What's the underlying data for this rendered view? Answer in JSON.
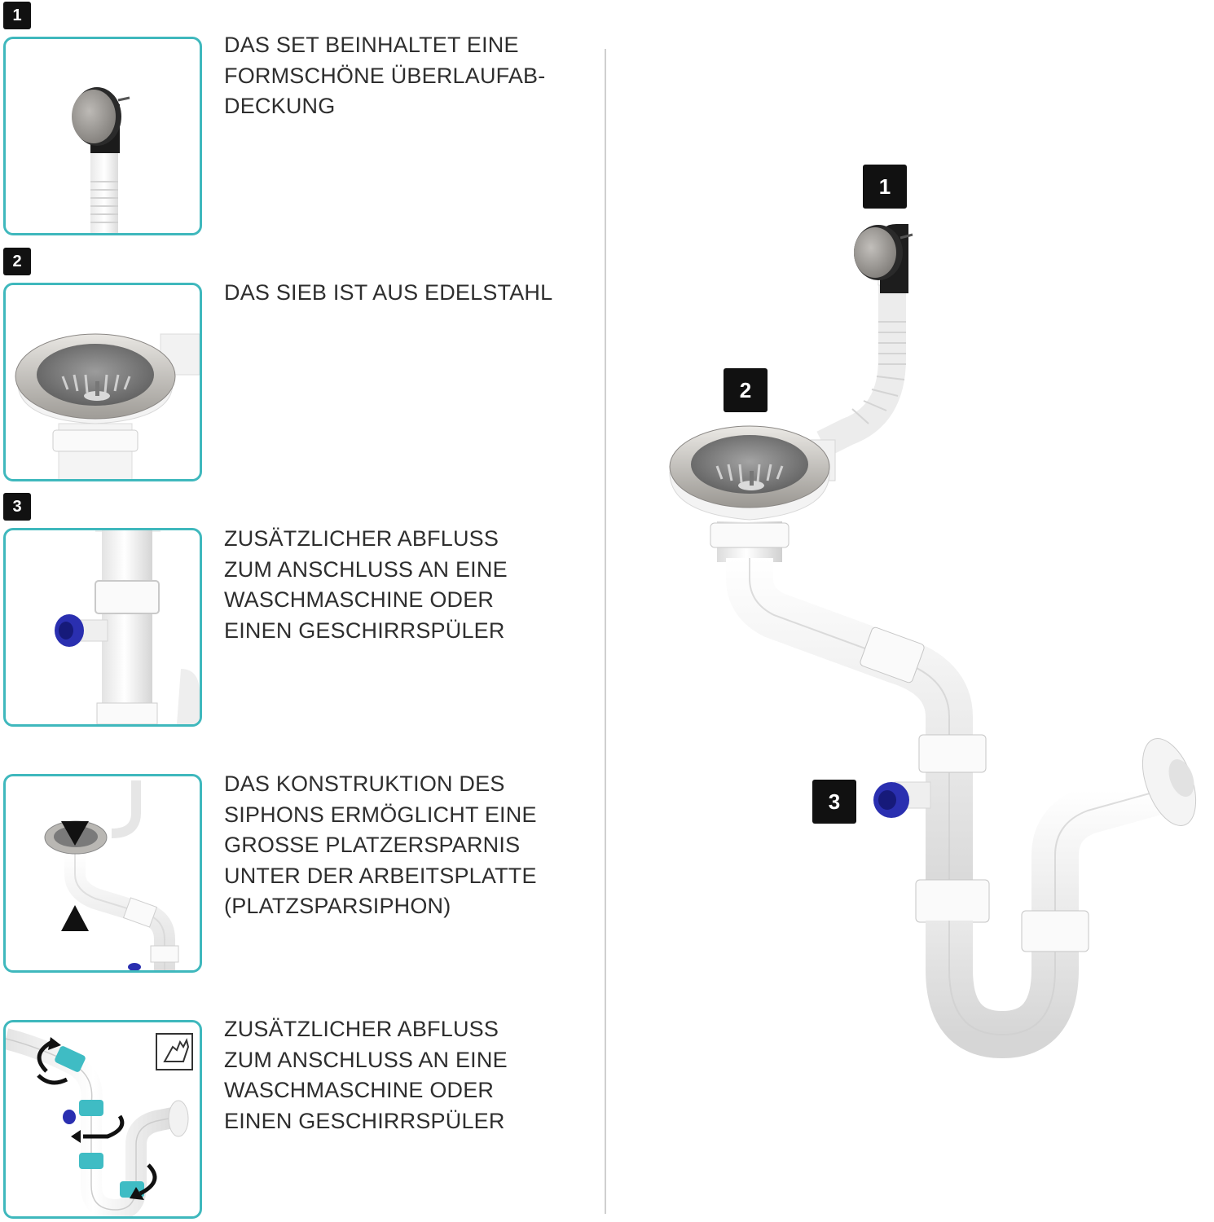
{
  "features": [
    {
      "number": "1",
      "text": "DAS SET BEINHALTET EINE\nFORMSCHÖNE ÜBERLAUFAB-\nDECKUNG"
    },
    {
      "number": "2",
      "text": "DAS SIEB IST AUS EDELSTAHL"
    },
    {
      "number": "3",
      "text": "ZUSÄTZLICHER ABFLUSS\nZUM  ANSCHLUSS AN EINE\nWASCHMASCHINE ODER\nEINEN GESCHIRRSPÜLER"
    },
    {
      "number": "",
      "text": "DAS KONSTRUKTION DES\nSIPHONS ERMÖGLICHT EINE\nGROSSE PLATZERSPARNIS\nUNTER DER ARBEITSPLATTE\n(PLATZSPARSIPHON)"
    },
    {
      "number": "",
      "text": "ZUSÄTZLICHER ABFLUSS\nZUM  ANSCHLUSS AN EINE\nWASCHMASCHINE ODER\nEINEN GESCHIRRSPÜLER"
    }
  ],
  "diagram_labels": {
    "overflow": "1",
    "strainer": "2",
    "extra_outlet": "3"
  },
  "colors": {
    "accent_border": "#3fb8bd",
    "badge_bg": "#111111",
    "outlet_blue": "#2a2fb0"
  },
  "icons": {
    "hand_tool": "hand-tighten-icon",
    "rotate_arrows": "rotate-arrow-icon"
  }
}
